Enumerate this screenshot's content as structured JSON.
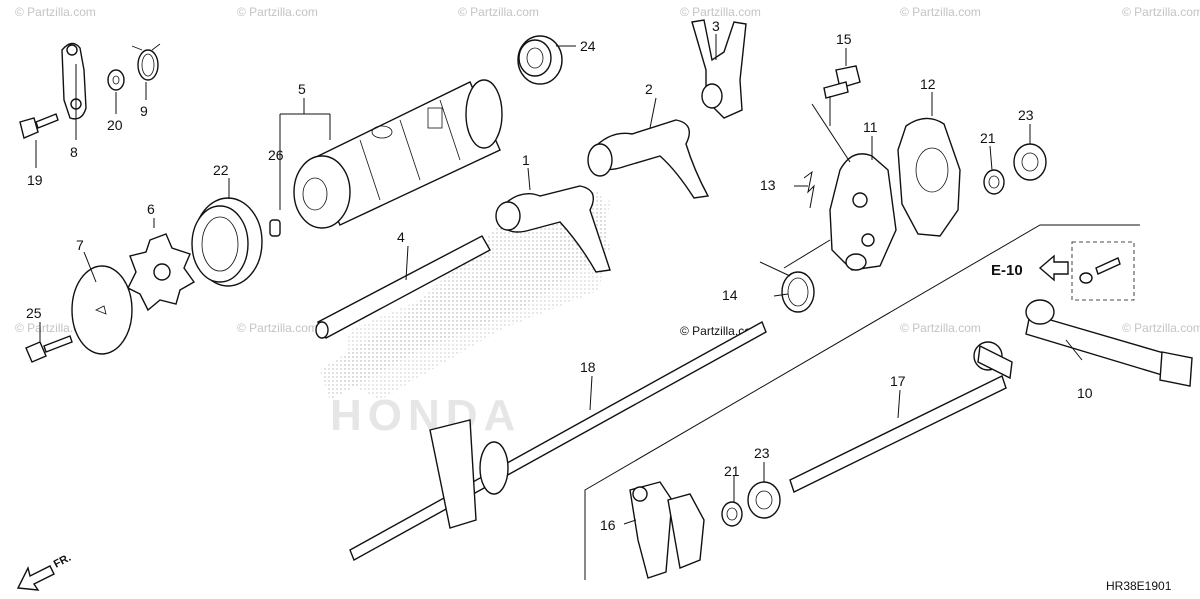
{
  "watermark": "© Partzilla.com",
  "brand_text": "HONDA",
  "diagram_code": "HR38E1901",
  "section_ref": "E-10",
  "front_label": "FR.",
  "callouts": [
    "1",
    "2",
    "3",
    "4",
    "5",
    "6",
    "7",
    "8",
    "9",
    "10",
    "11",
    "12",
    "13",
    "14",
    "15",
    "16",
    "17",
    "18",
    "19",
    "20",
    "21",
    "22",
    "23",
    "24",
    "25",
    "26"
  ]
}
